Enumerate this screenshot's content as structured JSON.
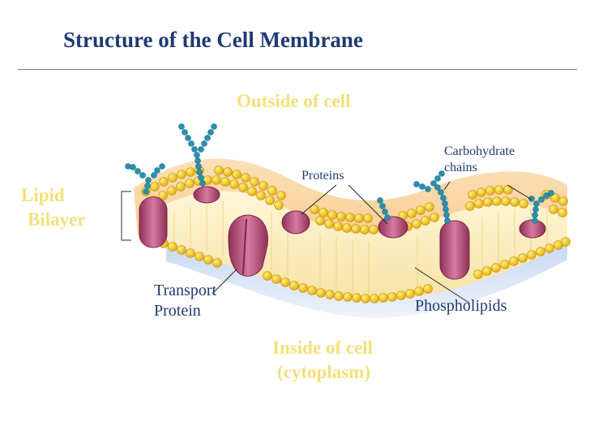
{
  "header": {
    "title": "Structure of the Cell Membrane"
  },
  "labels": {
    "outside": "Outside of cell",
    "lipid": "Lipid",
    "bilayer": "Bilayer",
    "proteins": "Proteins",
    "carbohydrate_1": "Carbohydrate",
    "carbohydrate_2": "chains",
    "transport_1": "Transport",
    "transport_2": "Protein",
    "phospholipids": "Phospholipids",
    "inside_1": "Inside of cell",
    "inside_2": "(cytoplasm)"
  },
  "colors": {
    "title": "#1f3a72",
    "region_labels": "#f3e07a",
    "lipid_heads": "#f2c21a",
    "proteins": "#b04a72",
    "carbohydrates": "#2a8fb0"
  }
}
